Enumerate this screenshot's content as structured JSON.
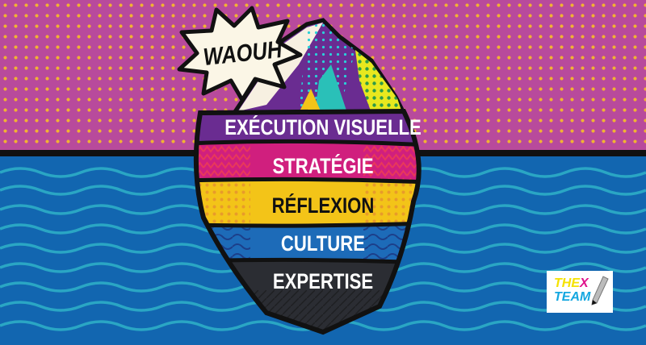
{
  "scene": {
    "sky_color": "#b84a9c",
    "dot_color": "#f2b233",
    "sea_color": "#1266b0",
    "wave_color": "#2aa6c4"
  },
  "burst": {
    "text": "WAOUH"
  },
  "iceberg": {
    "layers": [
      {
        "label": "EXÉCUTION VISUELLE",
        "color": "#6a2c91",
        "text_color": "#ffffff"
      },
      {
        "label": "STRATÉGIE",
        "color": "#d01f7e",
        "text_color": "#ffffff"
      },
      {
        "label": "RÉFLEXION",
        "color": "#f3c418",
        "text_color": "#111111"
      },
      {
        "label": "CULTURE",
        "color": "#1d6bb8",
        "text_color": "#ffffff"
      },
      {
        "label": "EXPERTISE",
        "color": "#2b2d33",
        "text_color": "#ffffff"
      }
    ]
  },
  "logo": {
    "line1_a": "THE",
    "line1_b": "X",
    "line2": "TEAM"
  }
}
